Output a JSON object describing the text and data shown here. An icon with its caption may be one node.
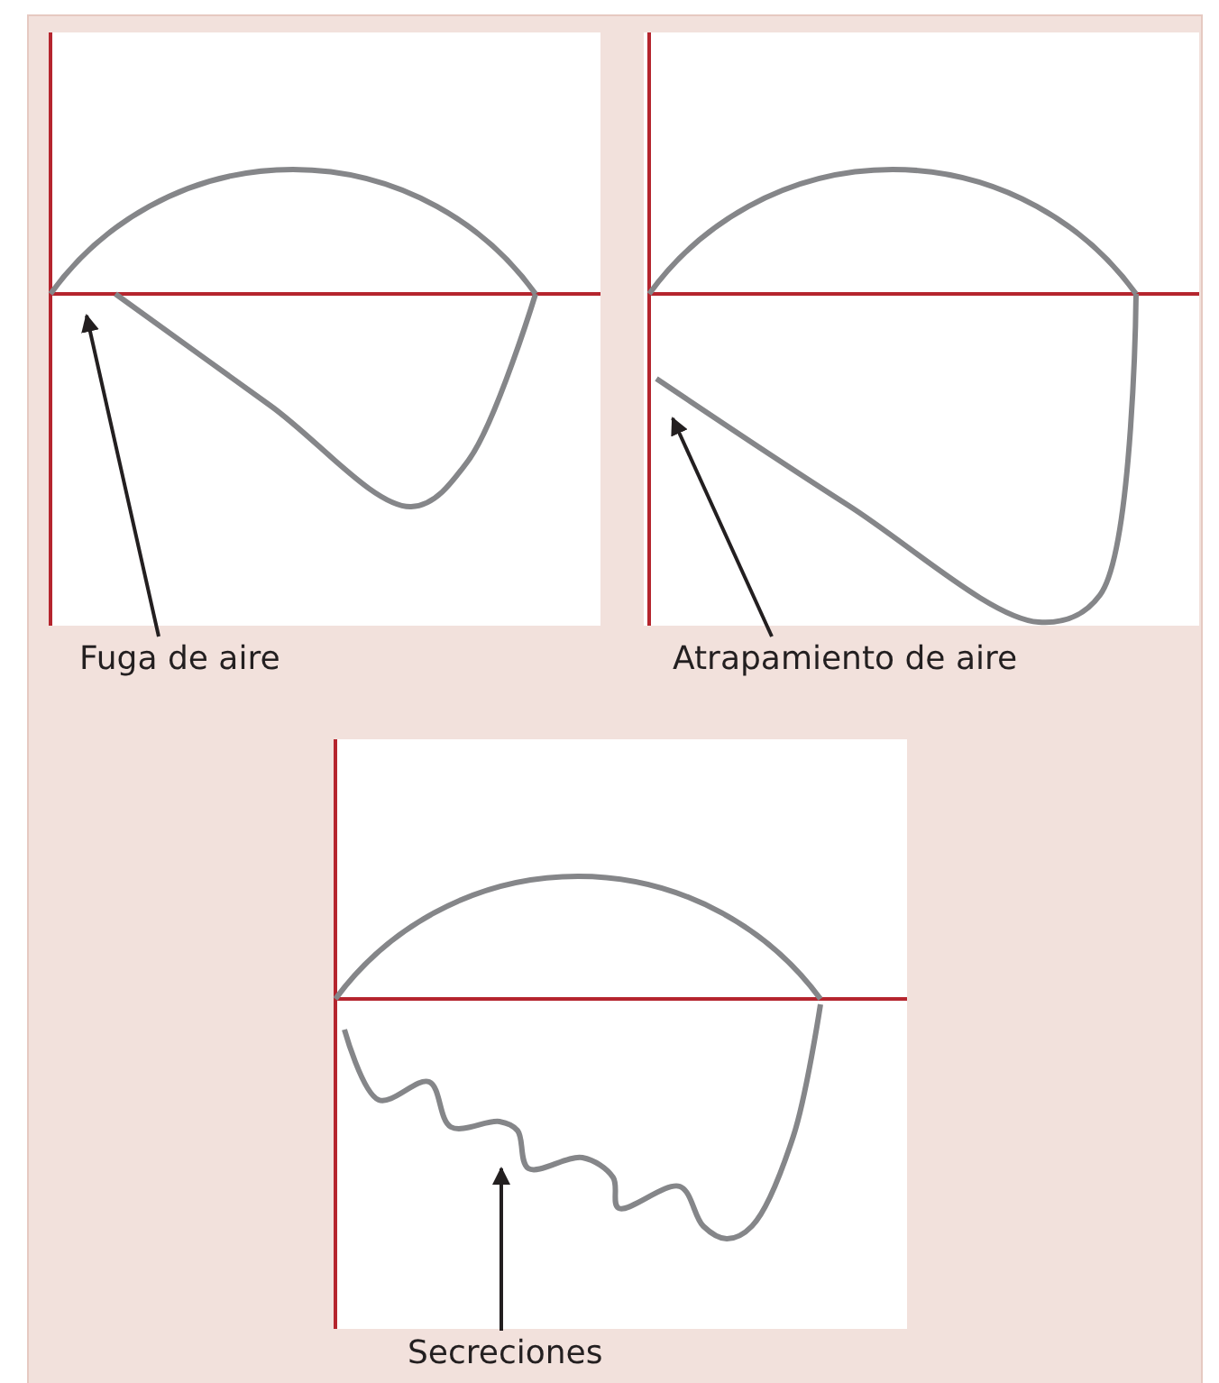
{
  "diagram": {
    "nodes": [
      {
        "text": [
          "Fuga de aire"
        ]
      },
      {
        "text": [
          "Atrapamiento de aire"
        ]
      },
      {
        "text": [
          "Secreciones"
        ]
      }
    ],
    "edges": [
      {
        "from": 0,
        "to": null,
        "arrow": "to"
      },
      {
        "from": 1,
        "to": null,
        "arrow": "to"
      },
      {
        "from": 2,
        "to": null,
        "arrow": "to"
      }
    ]
  }
}
